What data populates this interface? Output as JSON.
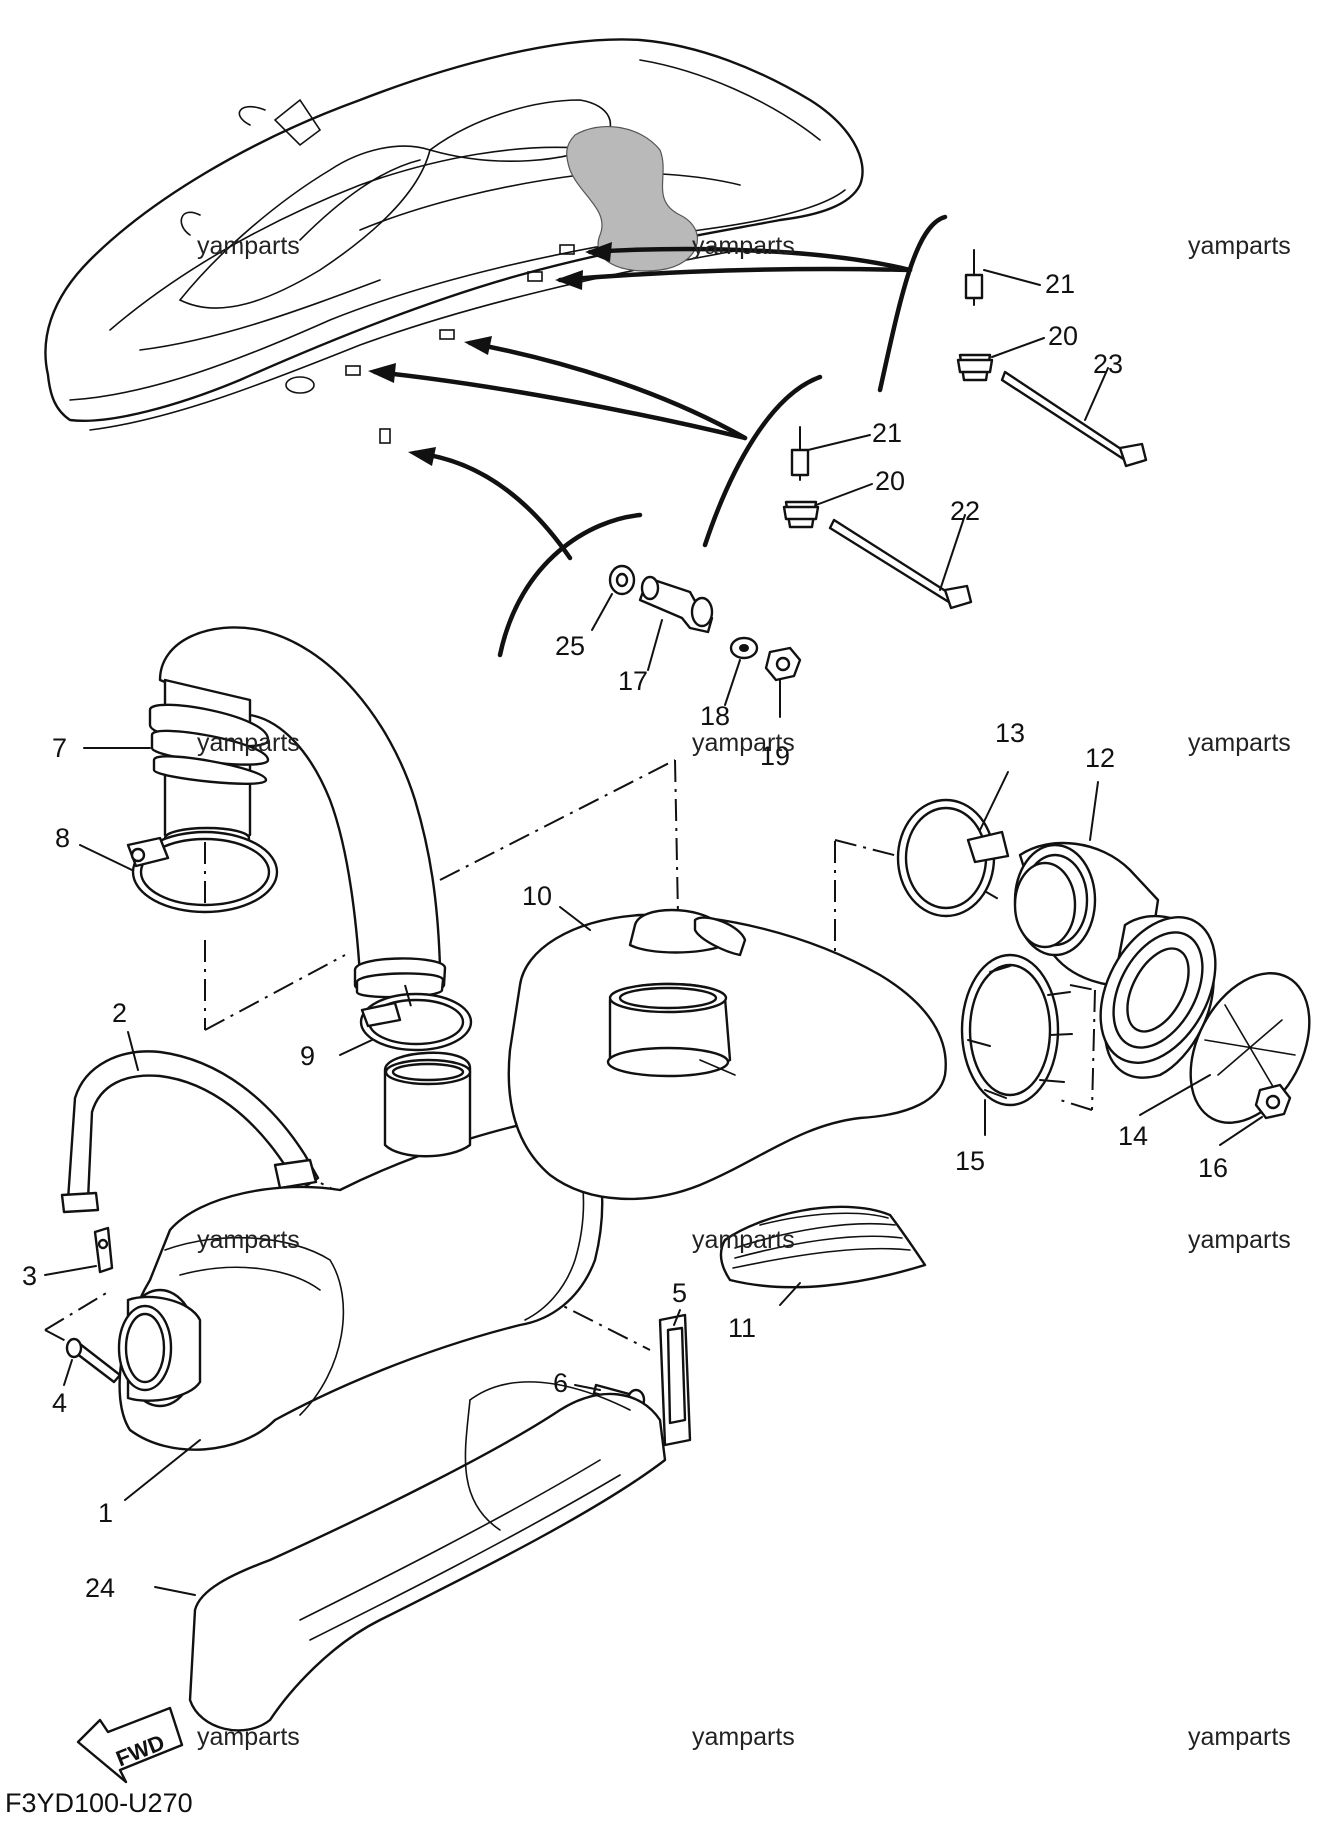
{
  "callouts": [
    {
      "id": "1",
      "text": "1"
    },
    {
      "id": "2",
      "text": "2"
    },
    {
      "id": "3",
      "text": "3"
    },
    {
      "id": "4",
      "text": "4"
    },
    {
      "id": "5",
      "text": "5"
    },
    {
      "id": "6",
      "text": "6"
    },
    {
      "id": "7",
      "text": "7"
    },
    {
      "id": "8",
      "text": "8"
    },
    {
      "id": "9",
      "text": "9"
    },
    {
      "id": "10",
      "text": "10"
    },
    {
      "id": "11",
      "text": "11"
    },
    {
      "id": "12",
      "text": "12"
    },
    {
      "id": "13",
      "text": "13"
    },
    {
      "id": "14",
      "text": "14"
    },
    {
      "id": "15",
      "text": "15"
    },
    {
      "id": "16",
      "text": "16"
    },
    {
      "id": "17",
      "text": "17"
    },
    {
      "id": "18",
      "text": "18"
    },
    {
      "id": "19",
      "text": "19"
    },
    {
      "id": "20a",
      "text": "20"
    },
    {
      "id": "20b",
      "text": "20"
    },
    {
      "id": "21a",
      "text": "21"
    },
    {
      "id": "21b",
      "text": "21"
    },
    {
      "id": "22",
      "text": "22"
    },
    {
      "id": "23",
      "text": "23"
    },
    {
      "id": "24",
      "text": "24"
    },
    {
      "id": "25",
      "text": "25"
    }
  ],
  "watermark": "yamparts",
  "fwd_label": "FWD",
  "diagram_code": "F3YD100-U270",
  "colors": {
    "ink": "#111111",
    "background": "#ffffff",
    "shading": "#b9b9b9"
  }
}
